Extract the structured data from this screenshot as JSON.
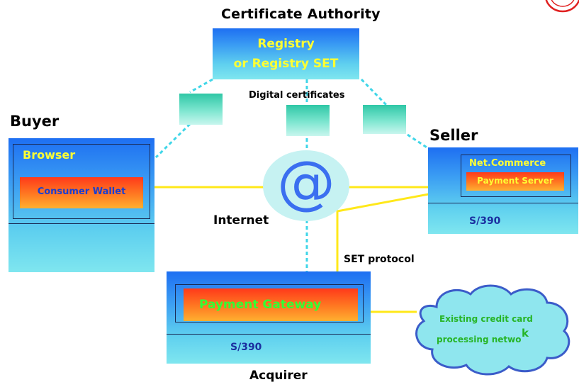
{
  "ca": {
    "title": "Certificate Authority",
    "line1": "Registry",
    "line2": "or Registry SET"
  },
  "certificates_label": "Digital certificates",
  "buyer": {
    "title": "Buyer",
    "browser": "Browser",
    "wallet": "Consumer Wallet"
  },
  "seller": {
    "title": "Seller",
    "app": "Net.Commerce",
    "server": "Payment Server",
    "platform": "S/390"
  },
  "internet": {
    "symbol": "@",
    "label": "Internet"
  },
  "acquirer": {
    "title": "Acquirer",
    "gateway": "Payment Gateway",
    "platform": "S/390"
  },
  "protocol_label": "SET protocol",
  "network": {
    "line1": "Existing credit card",
    "line2": "processing netwo",
    "tail": "k"
  },
  "colors": {
    "connection": "#ffe81a",
    "link_dotted": "#40d6e8",
    "server_top": "#1e6ff2",
    "server_bottom": "#7fe6ef"
  }
}
